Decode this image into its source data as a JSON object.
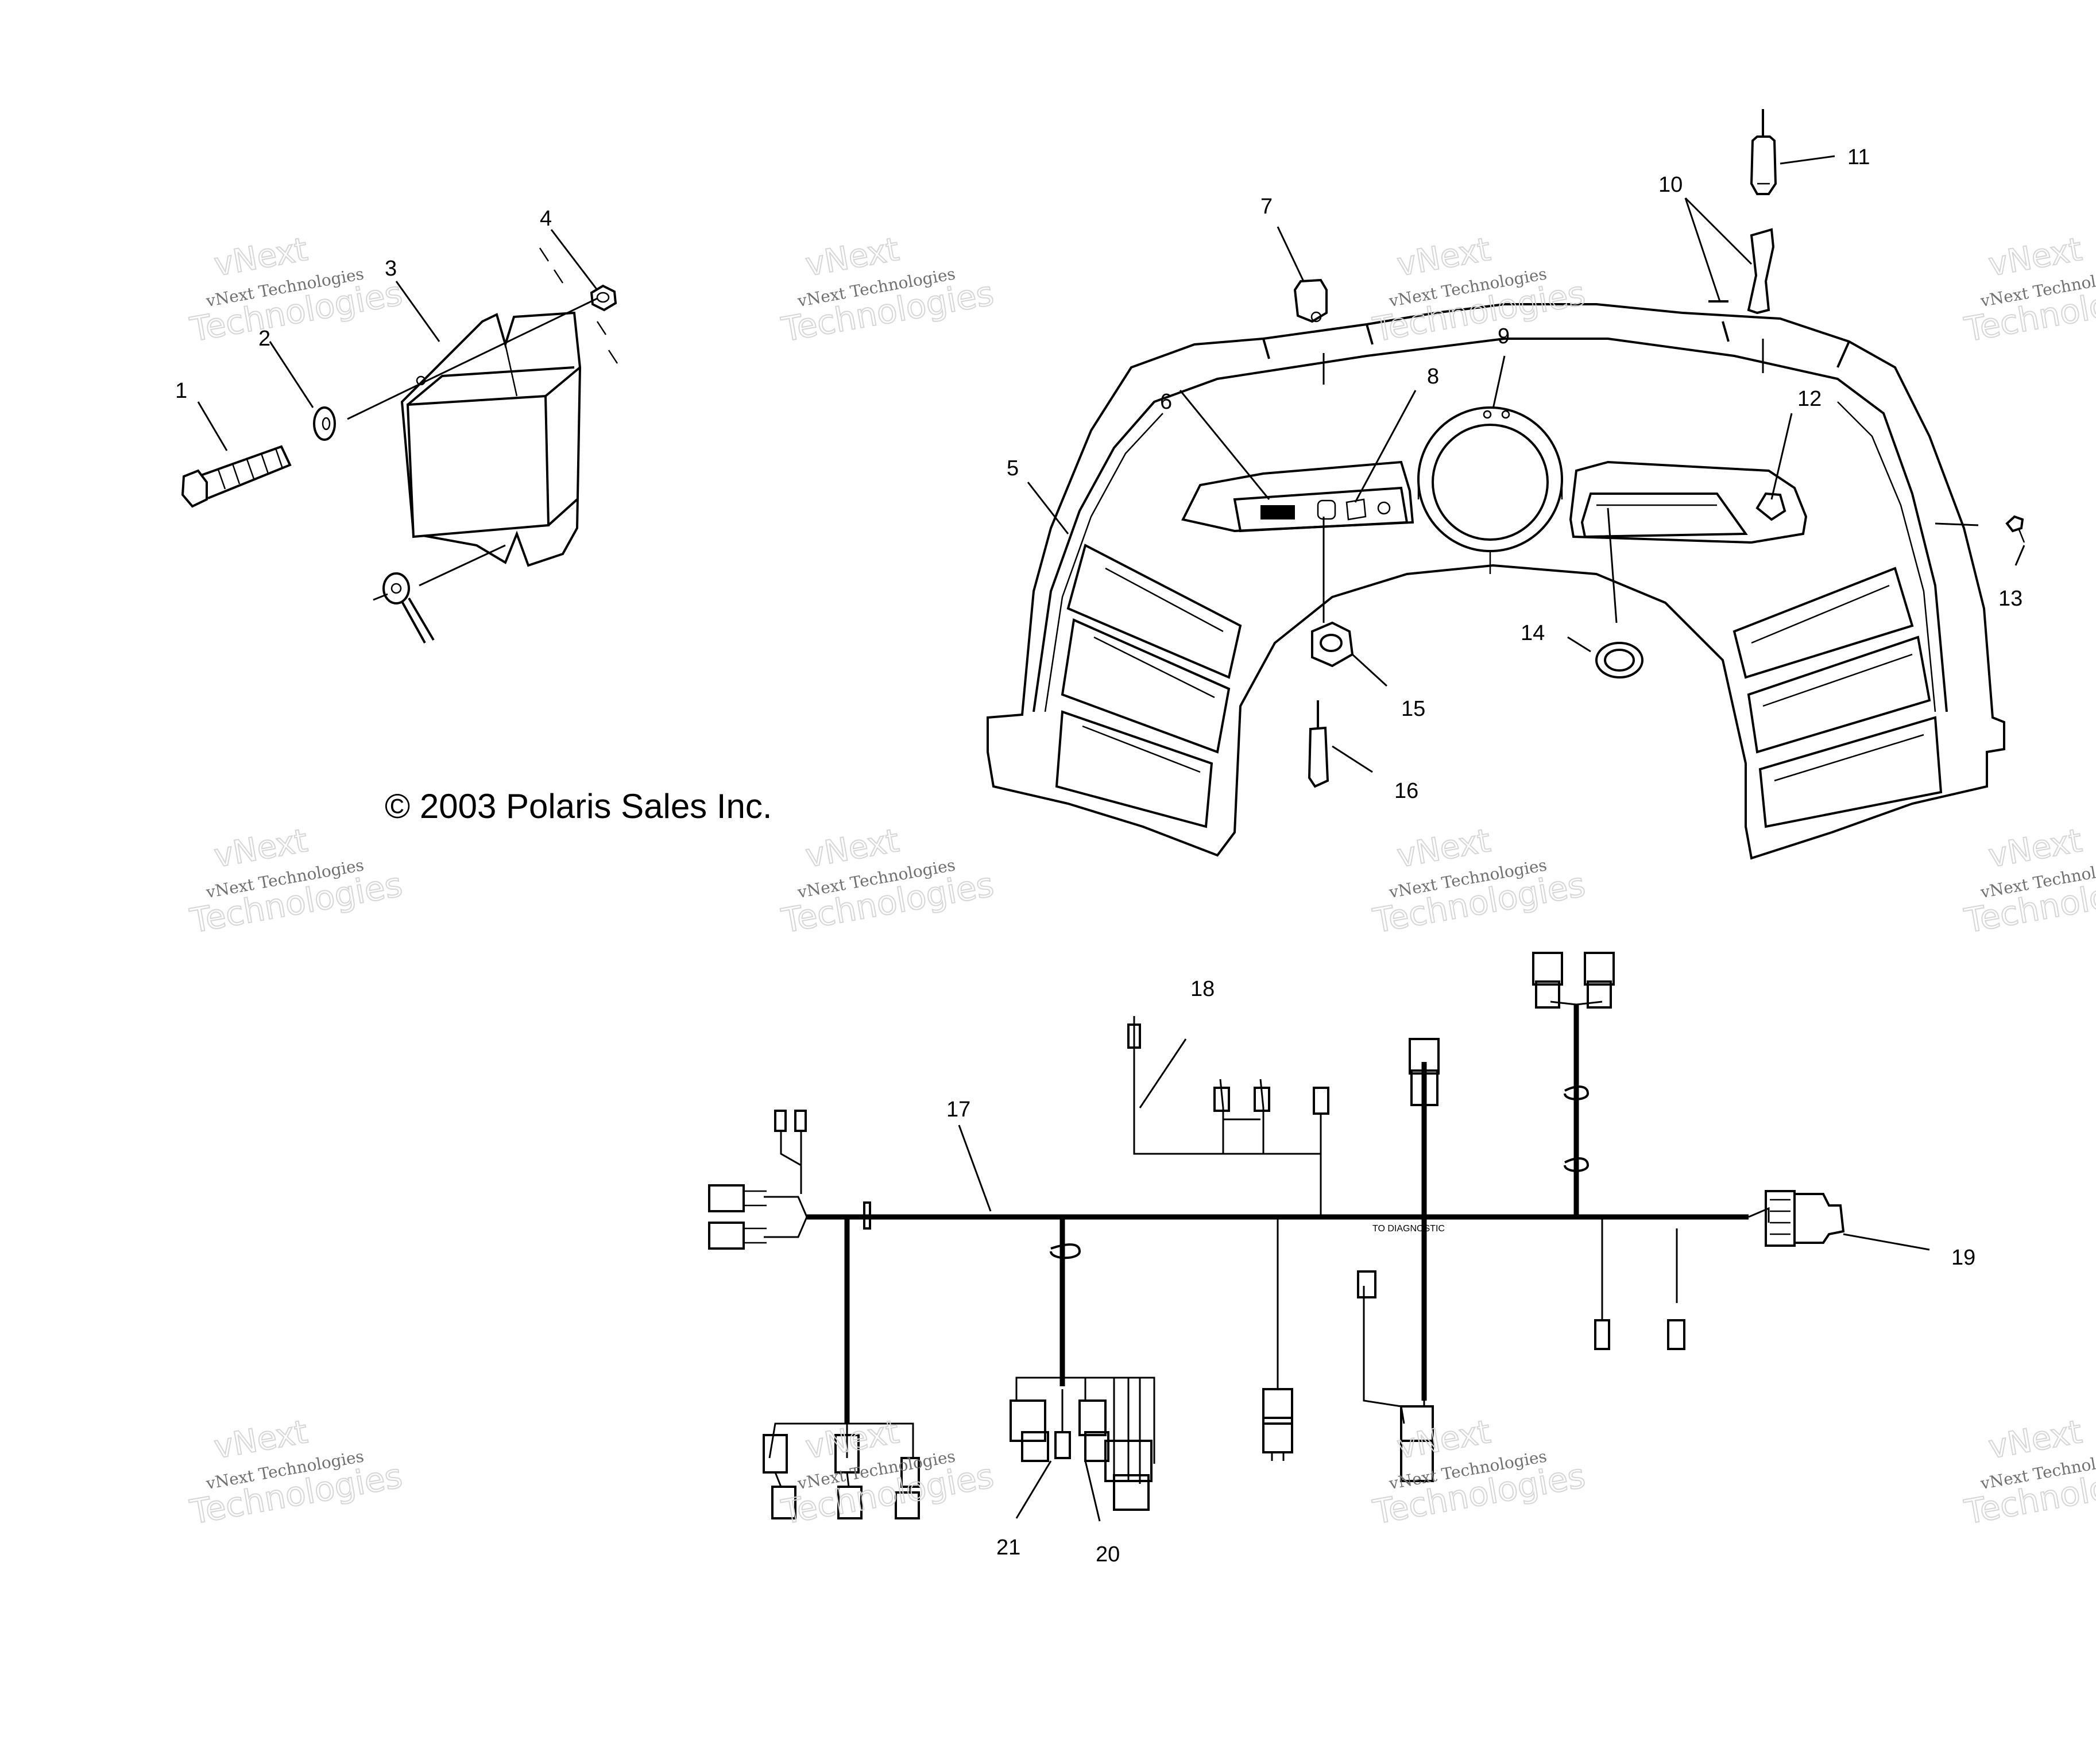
{
  "copyright": "© 2003 Polaris Sales Inc.",
  "watermark": {
    "line1": "vNext",
    "line2": "vNext Technologies",
    "line3": "Technologies"
  },
  "parts": [
    {
      "id": "1"
    },
    {
      "id": "2"
    },
    {
      "id": "3"
    },
    {
      "id": "4"
    },
    {
      "id": "5"
    },
    {
      "id": "6"
    },
    {
      "id": "7"
    },
    {
      "id": "8"
    },
    {
      "id": "9"
    },
    {
      "id": "10"
    },
    {
      "id": "11"
    },
    {
      "id": "12"
    },
    {
      "id": "13"
    },
    {
      "id": "14"
    },
    {
      "id": "15"
    },
    {
      "id": "16"
    },
    {
      "id": "17"
    },
    {
      "id": "18"
    },
    {
      "id": "19"
    },
    {
      "id": "20"
    },
    {
      "id": "21"
    }
  ],
  "harness_marker": "TO DIAGNOSTIC"
}
